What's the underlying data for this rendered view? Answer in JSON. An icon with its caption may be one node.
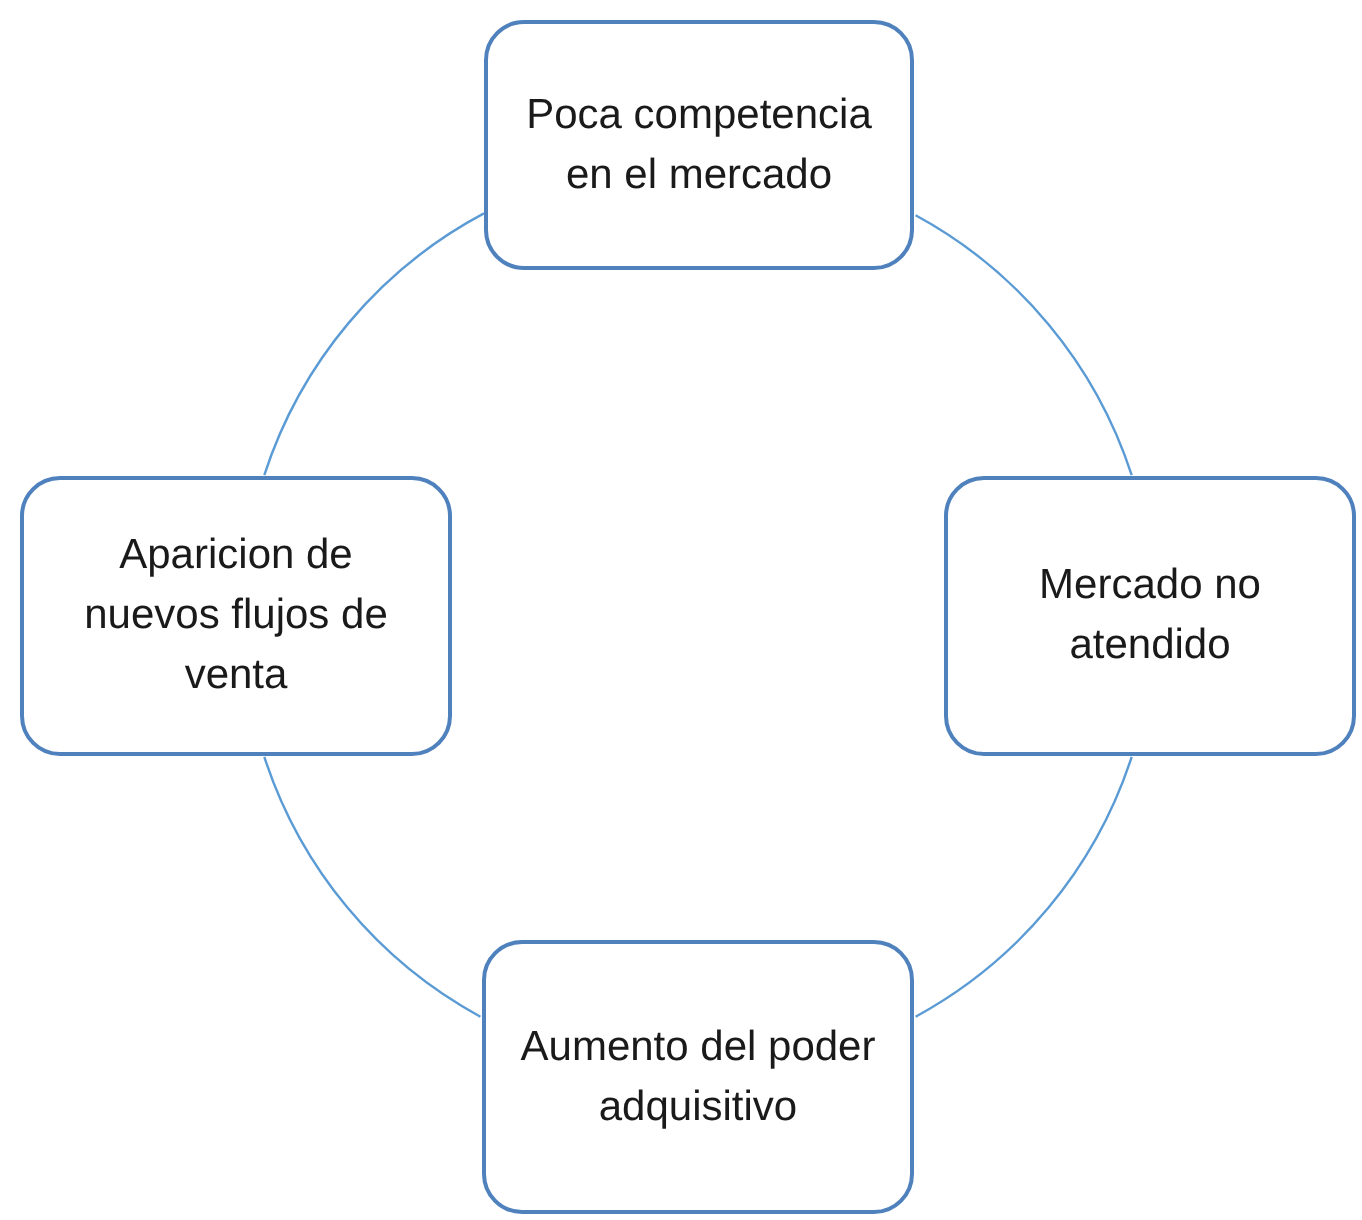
{
  "diagram": {
    "nodes": [
      {
        "text": [
          "Poca competencia en el mercado"
        ]
      },
      {
        "text": [
          "Aparicion de nuevos flujos de venta"
        ]
      },
      {
        "text": [
          "Mercado no atendido"
        ]
      },
      {
        "text": [
          "Aumento del poder adquisitivo"
        ]
      }
    ],
    "edges": [
      {
        "from": 0,
        "to": 2,
        "arrow": "none"
      },
      {
        "from": 2,
        "to": 3,
        "arrow": "none"
      },
      {
        "from": 3,
        "to": 1,
        "arrow": "none"
      },
      {
        "from": 1,
        "to": 0,
        "arrow": "none"
      }
    ]
  }
}
